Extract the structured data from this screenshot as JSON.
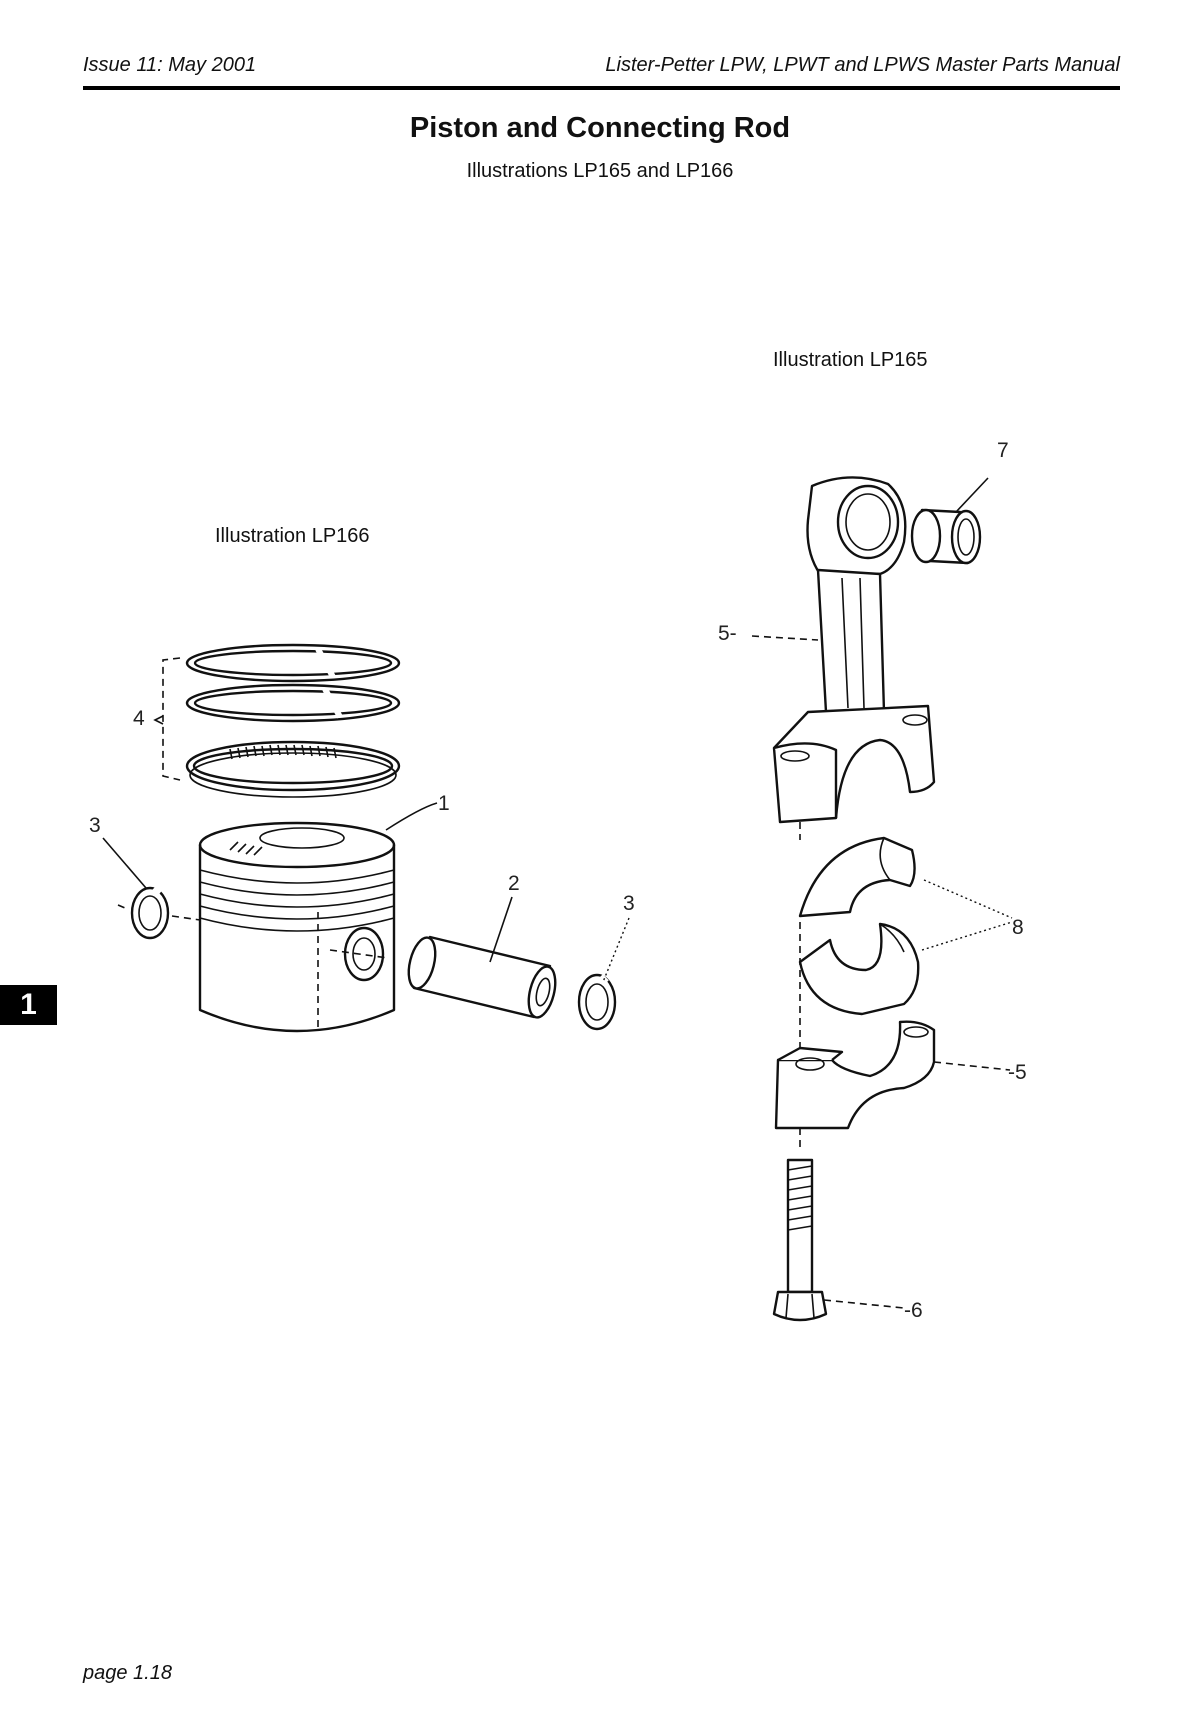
{
  "header": {
    "issue": "Issue 11: May 2001",
    "manual_title": "Lister-Petter LPW, LPWT and LPWS Master Parts Manual"
  },
  "title": "Piston and Connecting Rod",
  "subtitle": "Illustrations LP165 and LP166",
  "illustrations": {
    "lp165_caption": "Illustration LP165",
    "lp166_caption": "Illustration LP166"
  },
  "callouts": {
    "piston": "1",
    "gudgeon_pin": "2",
    "circlip_left": "3",
    "circlip_right": "3",
    "piston_rings": "4",
    "conrod_upper": "5-",
    "conrod_cap": "-5",
    "bolt": "-6",
    "small_end_bush": "7",
    "bearing_shells": "8"
  },
  "section_tab": "1",
  "footer": {
    "page": "page 1.18"
  }
}
